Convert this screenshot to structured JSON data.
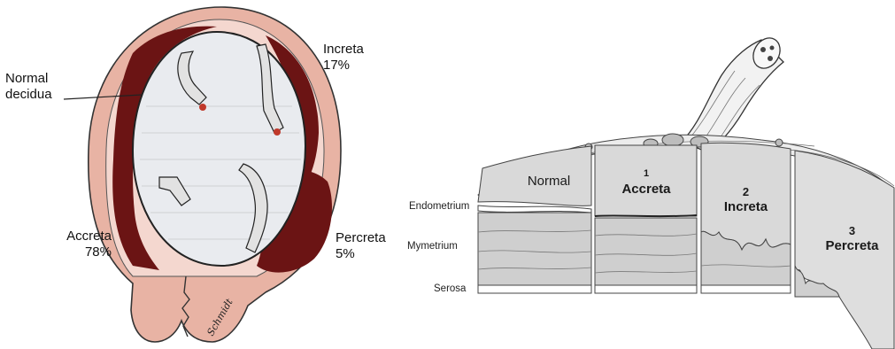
{
  "left_figure": {
    "labels": {
      "normal_decidua": "Normal\ndecidua",
      "increta_name": "Increta",
      "increta_pct": "17%",
      "accreta_name": "Accreta",
      "accreta_pct": "78%",
      "percreta_name": "Percreta",
      "percreta_pct": "5%"
    },
    "signature": "Schmidt",
    "colors": {
      "uterus_wall": "#e8b3a4",
      "decidua": "#6b1414",
      "sac": "#e9ebef"
    }
  },
  "right_figure": {
    "layers": {
      "endometrium": "Endometrium",
      "myometrium": "Mymetrium",
      "serosa": "Serosa"
    },
    "panels": [
      {
        "number": "",
        "name": "Normal"
      },
      {
        "number": "1",
        "name": "Accreta"
      },
      {
        "number": "2",
        "name": "Increta"
      },
      {
        "number": "3",
        "name": "Percreta"
      }
    ],
    "colors": {
      "myometrium": "#cfcfcf",
      "placenta": "#d9d9d9",
      "lines": "#444444"
    }
  }
}
